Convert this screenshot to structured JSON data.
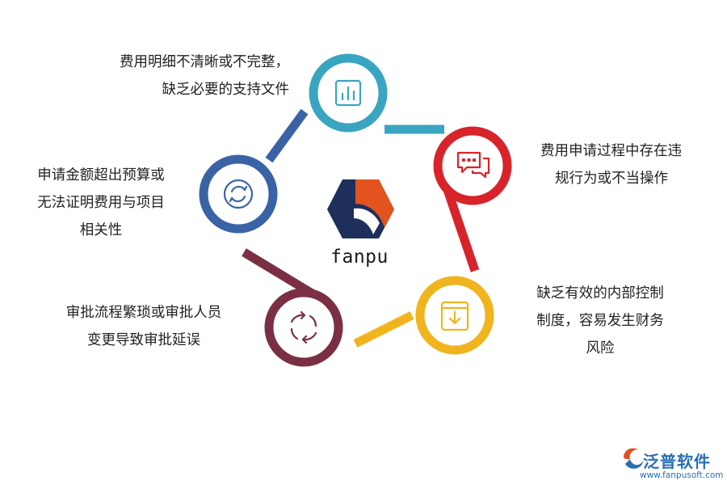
{
  "center": {
    "brand": "fanpu"
  },
  "nodes": [
    {
      "id": "top",
      "color": "#3aa5c0",
      "icon": "bar-chart-icon",
      "lines": [
        "费用明细不清晰或不完整，",
        "缺乏必要的支持文件"
      ]
    },
    {
      "id": "right",
      "color": "#d8232a",
      "icon": "chat-bubbles-icon",
      "lines": [
        "费用申请过程中存在违",
        "规行为或不当操作"
      ]
    },
    {
      "id": "bottom-right",
      "color": "#f0b41e",
      "icon": "download-box-icon",
      "lines": [
        "缺乏有效的内部控制",
        "制度，容易发生财务",
        "风险"
      ]
    },
    {
      "id": "bottom-left",
      "color": "#7a2f42",
      "icon": "refresh-cycle-icon",
      "lines": [
        "审批流程繁琐或审批人员",
        "变更导致审批延误"
      ]
    },
    {
      "id": "left",
      "color": "#3a63a6",
      "icon": "sync-icon",
      "lines": [
        "申请金额超出预算或",
        "无法证明费用与项目",
        "相关性"
      ]
    }
  ],
  "watermark": {
    "name": "泛普软件",
    "url": "www.fanpusoft.com",
    "icon": "fanpu-swirl-logo-icon"
  }
}
